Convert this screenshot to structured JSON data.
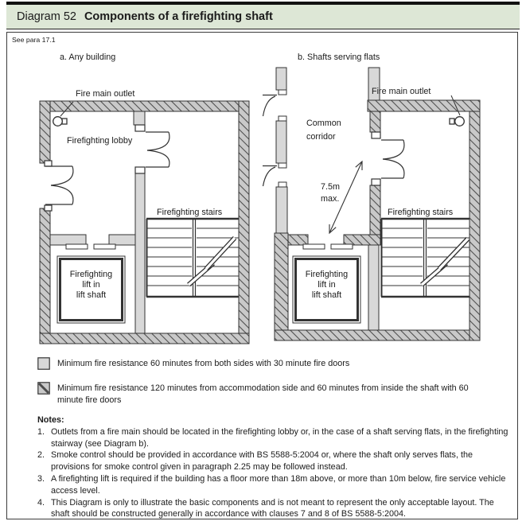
{
  "header": {
    "label": "Diagram 52",
    "title": "Components of a firefighting shaft"
  },
  "see_para": "See para 17.1",
  "diagram_a": {
    "title": "a. Any building",
    "fire_main_outlet": "Fire main outlet",
    "lobby": "Firefighting lobby",
    "stairs": "Firefighting stairs",
    "lift": "Firefighting\nlift in\nlift shaft"
  },
  "diagram_b": {
    "title": "b. Shafts serving flats",
    "fire_main_outlet": "Fire main outlet",
    "corridor": "Common\ncorridor",
    "distance": "7.5m\nmax.",
    "stairs": "Firefighting stairs",
    "lift": "Firefighting\nlift in\nlift shaft"
  },
  "legend": [
    {
      "swatch": "light-60min",
      "text": "Minimum fire resistance 60 minutes from both sides with 30 minute fire doors"
    },
    {
      "swatch": "hatched-120min",
      "text": "Minimum fire resistance 120 minutes from accommodation side and 60 minutes from inside the shaft with 60 minute fire doors"
    }
  ],
  "notes": {
    "heading": "Notes:",
    "items": [
      {
        "num": "1.",
        "text": "Outlets from a fire main should be located in the firefighting lobby or, in the case of a shaft serving flats, in the firefighting stairway (see Diagram b)."
      },
      {
        "num": "2.",
        "text": "Smoke control should be provided in accordance with BS 5588-5:2004 or, where the shaft only serves flats, the provisions for smoke control given in paragraph 2.25 may be followed instead."
      },
      {
        "num": "3.",
        "text": "A firefighting lift is required if the building has a floor more than 18m above, or more than 10m below, fire service vehicle access level."
      },
      {
        "num": "4.",
        "text": "This Diagram is only to illustrate the basic components and is not meant to represent the only acceptable layout. The shaft should be constructed generally in accordance with clauses 7 and 8 of BS 5588-5:2004."
      }
    ]
  },
  "colors": {
    "header_bg": "#dde7d6",
    "wall_hatch_fill": "#c9c9c9",
    "wall_light_fill": "#d8d8d8",
    "line": "#333333"
  }
}
